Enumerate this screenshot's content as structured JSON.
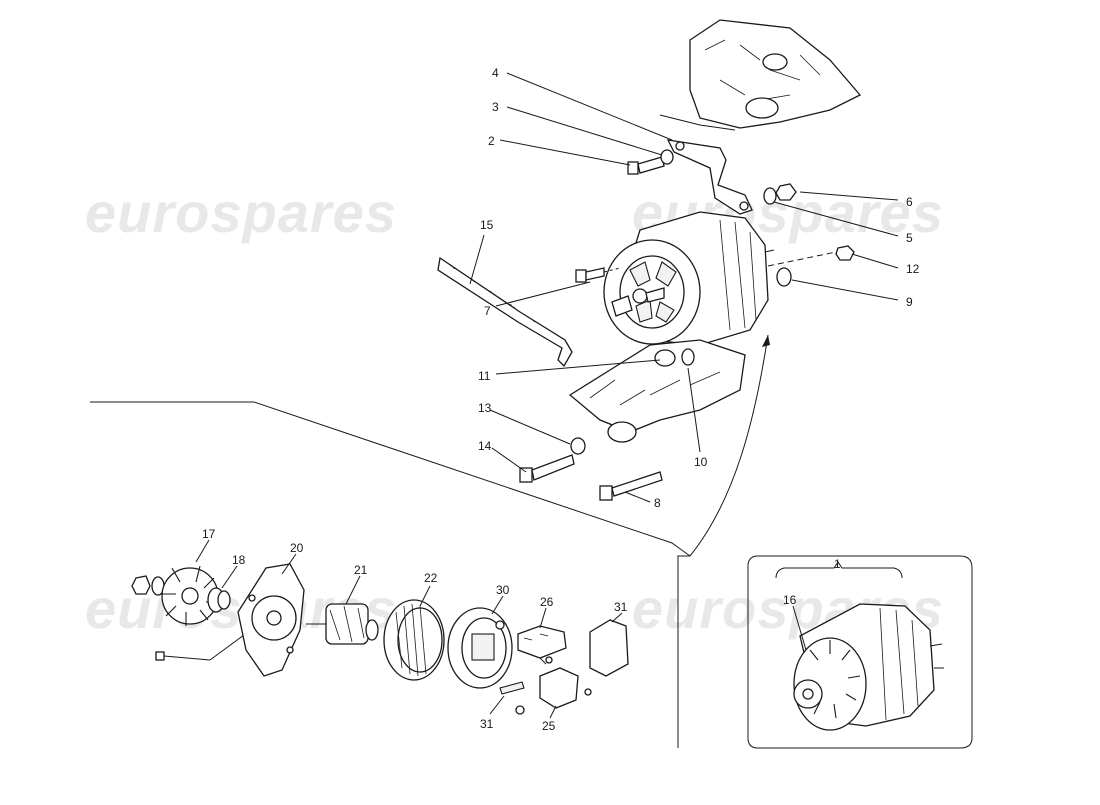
{
  "watermark": {
    "text": "eurospares"
  },
  "callouts": {
    "c1": "1",
    "c2": "2",
    "c3": "3",
    "c4": "4",
    "c5": "5",
    "c6": "6",
    "c7": "7",
    "c8": "8",
    "c9": "9",
    "c10": "10",
    "c11": "11",
    "c12": "12",
    "c13": "13",
    "c14": "14",
    "c15": "15",
    "c16": "16",
    "c17": "17",
    "c18": "18",
    "c20": "20",
    "c21": "21",
    "c22": "22",
    "c25": "25",
    "c26": "26",
    "c30": "30",
    "c31a": "31",
    "c31b": "31"
  }
}
